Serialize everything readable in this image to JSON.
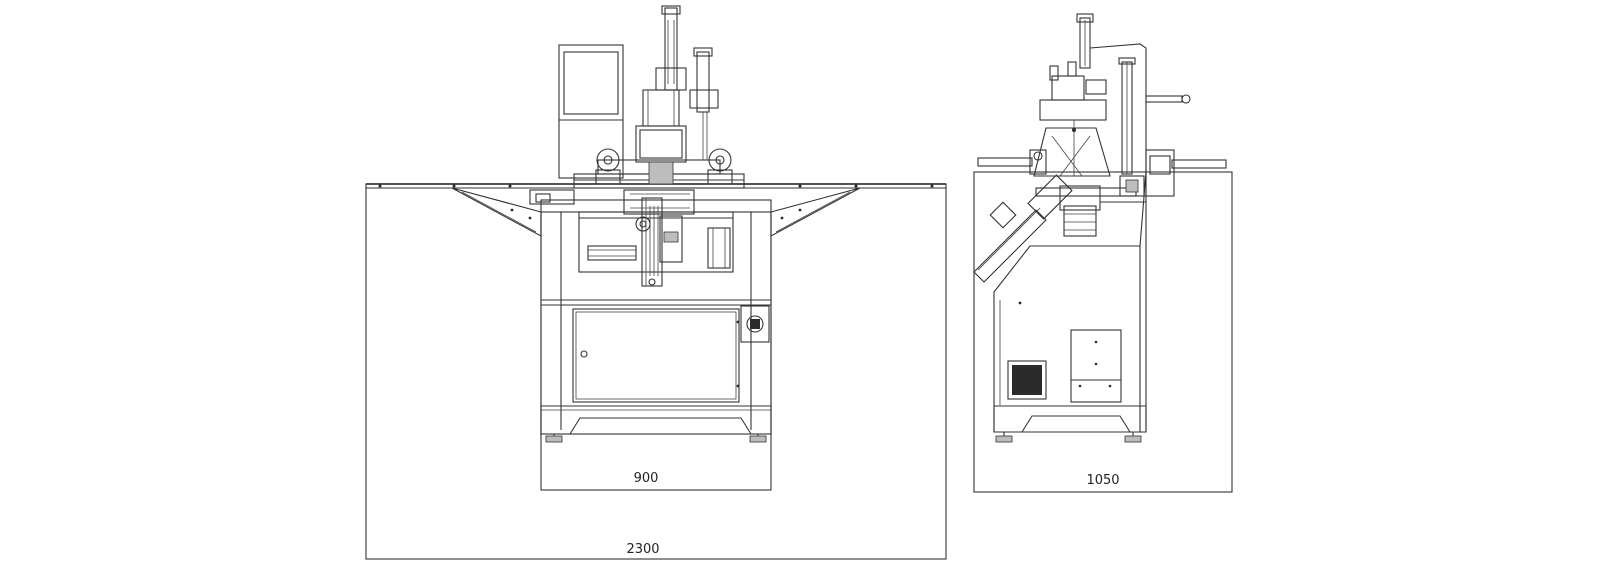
{
  "drawing": {
    "front_view": {
      "overall_width_label": "2300",
      "base_width_label": "900"
    },
    "side_view": {
      "base_depth_label": "1050"
    }
  },
  "colors": {
    "line": "#333333",
    "background": "#ffffff"
  }
}
